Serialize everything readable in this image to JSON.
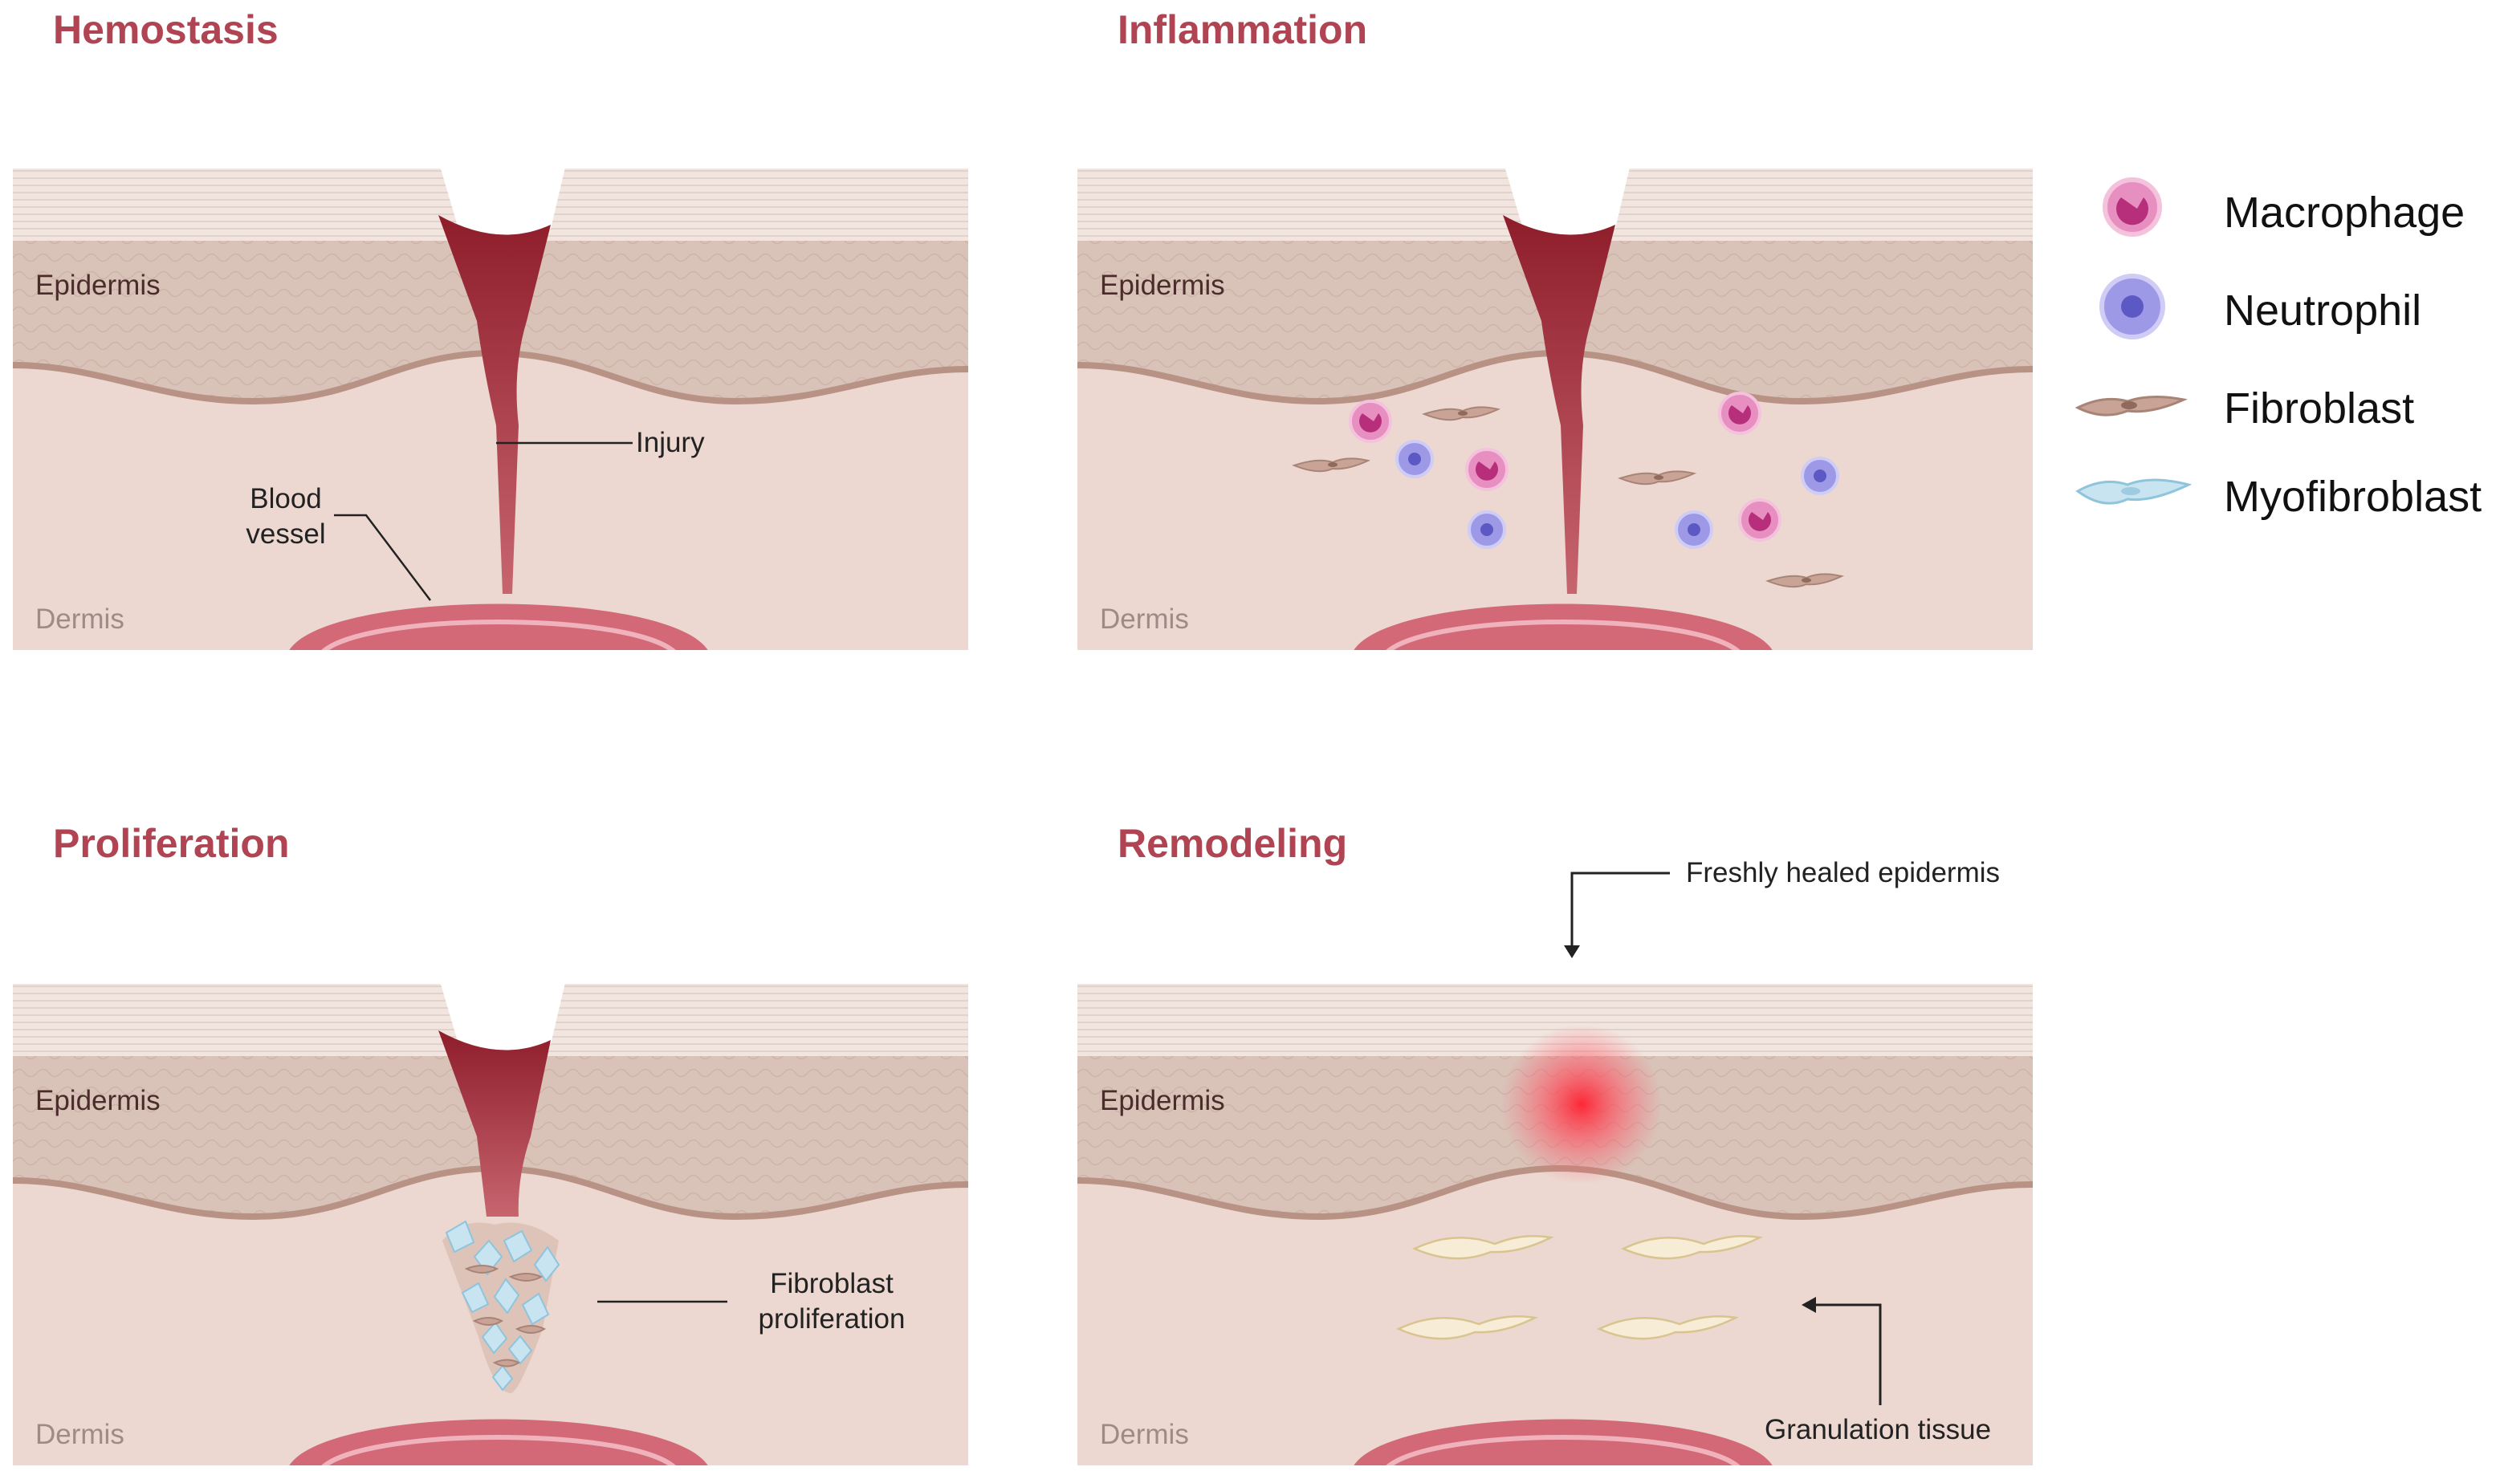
{
  "stages": [
    {
      "id": "hemostasis",
      "title": "Hemostasis"
    },
    {
      "id": "inflammation",
      "title": "Inflammation"
    },
    {
      "id": "proliferation",
      "title": "Proliferation"
    },
    {
      "id": "remodeling",
      "title": "Remodeling"
    }
  ],
  "layers": {
    "epidermis": "Epidermis",
    "dermis": "Dermis"
  },
  "annotations": {
    "injury": "Injury",
    "blood_vessel_line1": "Blood",
    "blood_vessel_line2": "vessel",
    "fibroblast_prolif_line1": "Fibroblast",
    "fibroblast_prolif_line2": "proliferation",
    "fresh_epidermis": "Freshly healed epidermis",
    "granulation_tissue": "Granulation tissue"
  },
  "legend": [
    {
      "label": "Macrophage",
      "icon": "macrophage-icon"
    },
    {
      "label": "Neutrophil",
      "icon": "neutrophil-icon"
    },
    {
      "label": "Fibroblast",
      "icon": "fibroblast-icon"
    },
    {
      "label": "Myofibroblast",
      "icon": "myofibroblast-icon"
    }
  ],
  "colors": {
    "title": "#b04452",
    "stratum": "#f2e5df",
    "epidermis": "#d9c2b8",
    "dermis": "#ecd8d0",
    "wound_dark": "#8e1d2a",
    "wound_light": "#c7656f",
    "vessel": "#d36877",
    "macrophage": "#e68fc0",
    "neutrophil": "#9d99e6",
    "fibroblast": "#c9a496",
    "myofibroblast": "#c8e4f0",
    "healing_glow": "#ff3340"
  }
}
